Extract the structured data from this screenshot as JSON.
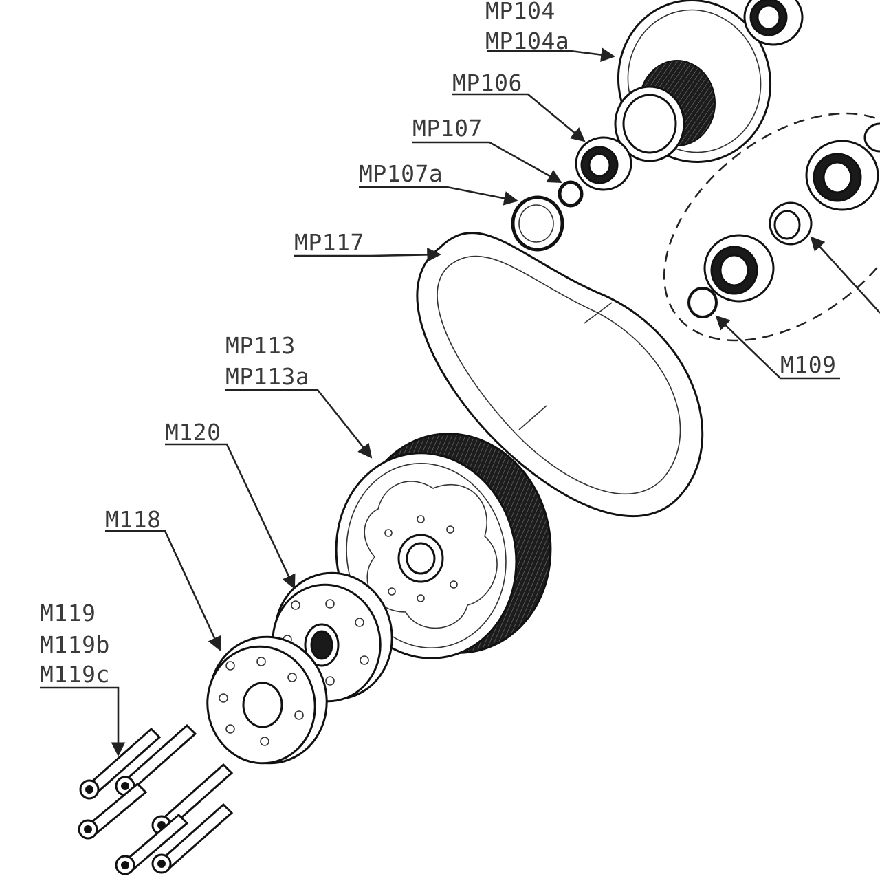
{
  "labels": {
    "mp104": "MP104",
    "mp104a": "MP104a",
    "mp106": "MP106",
    "mp107": "MP107",
    "mp107a": "MP107a",
    "mp117": "MP117",
    "mp113": "MP113",
    "mp113a": "MP113a",
    "m120": "M120",
    "m118": "M118",
    "m119": "M119",
    "m119b": "M119b",
    "m119c": "M119c",
    "m109": "M109"
  },
  "colors": {
    "ink": "#111111",
    "label": "#3a3a3a",
    "background": "#ffffff"
  }
}
